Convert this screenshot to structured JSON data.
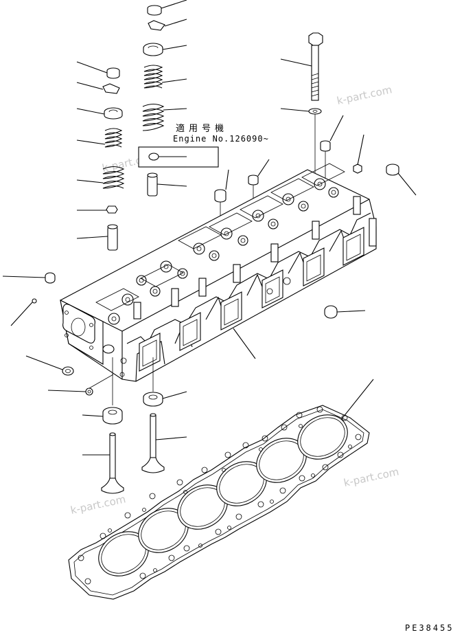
{
  "note": {
    "applicability_jp": "適用号機",
    "applicability_en": "Engine No.126090~"
  },
  "figure_code": "PE38455",
  "watermarks": [
    "k-part.com",
    "k-part.com",
    "k-part.com",
    "k-part.com"
  ],
  "colors": {
    "ink": "#000000",
    "watermark": "#c8c8c8",
    "paper": "#ffffff"
  }
}
